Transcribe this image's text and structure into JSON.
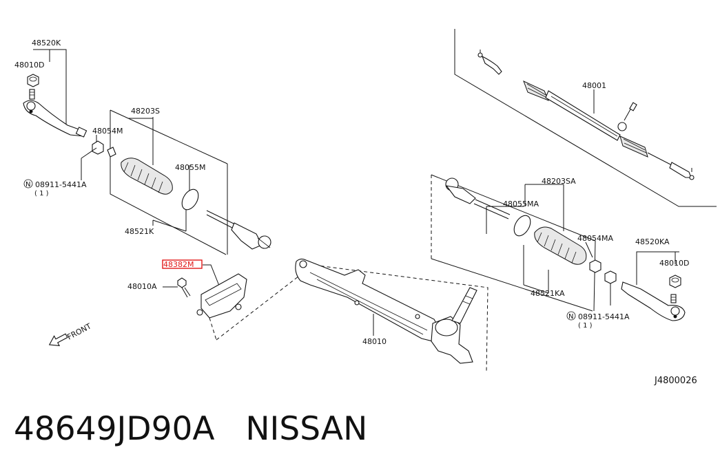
{
  "labels": {
    "l48520K": "48520K",
    "l48010D_left": "48010D",
    "l48203S": "48203S",
    "l48054M": "48054M",
    "l48055M": "48055M",
    "l08911_left": "08911-5441A",
    "l08911_left_qty": "( 1 )",
    "l48521K": "48521K",
    "l48382M": "48382M",
    "l48010A": "48010A",
    "front": "FRONT",
    "l48001": "48001",
    "l48203SA": "48203SA",
    "l48055MA": "48055MA",
    "l48054MA": "48054MA",
    "l48520KA": "48520KA",
    "l48010D_right": "48010D",
    "l48521KA": "48521KA",
    "l08911_right": "08911-5441A",
    "l08911_right_qty": "( 1 )",
    "l48010": "48010",
    "diagram_code": "J4800026",
    "circle_n": "N"
  },
  "caption": {
    "part_number": "48649JD90A",
    "brand": "NISSAN"
  },
  "colors": {
    "highlight": "#e01818",
    "ink": "#111111"
  }
}
